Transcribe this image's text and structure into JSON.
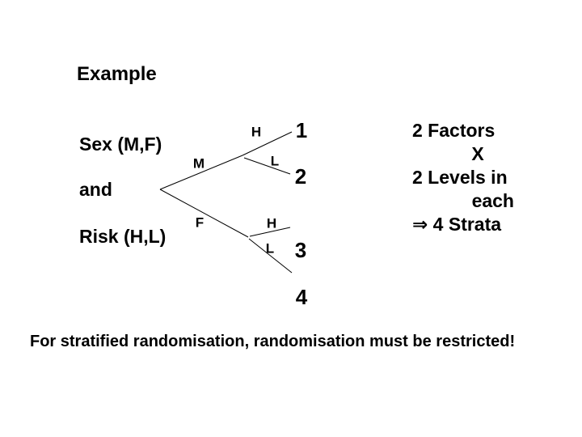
{
  "slide": {
    "title": "Example",
    "left_labels": {
      "factor1": "Sex (M,F)",
      "conjunction": "and",
      "factor2": "Risk (H,L)"
    },
    "tree": {
      "m_label": "M",
      "f_label": "F",
      "m_h_label": "H",
      "m_l_label": "L",
      "f_h_label": "H",
      "f_l_label": "L",
      "strata": [
        "1",
        "2",
        "3",
        "4"
      ]
    },
    "summary": {
      "line1": "2 Factors",
      "line2": "X",
      "line3": "2 Levels in",
      "line4": "each",
      "arrow": "⇒",
      "line5": "4 Strata"
    },
    "footer": "For stratified randomisation, randomisation must be restricted!"
  },
  "colors": {
    "background": "#ffffff",
    "text": "#000000",
    "line_color": "#000000"
  }
}
